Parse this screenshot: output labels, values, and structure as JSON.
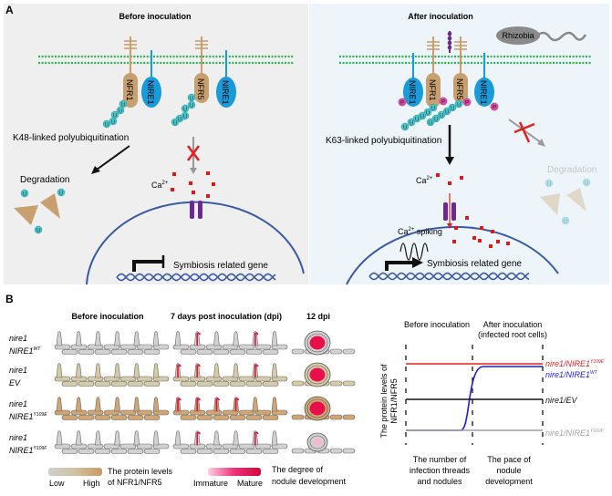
{
  "panel_a": {
    "label": "A",
    "before": {
      "title": "Before inoculation",
      "nfr1": "NFR1",
      "nfr5": "NFR5",
      "nire1": "NIRE1",
      "ubiquitin": "U",
      "ubiquitination": "K48-linked polyubiquitination",
      "degradation": "Degradation",
      "calcium": "Ca",
      "calcium_sup": "2+",
      "gene": "Symbiosis related gene"
    },
    "after": {
      "title": "After inoculation",
      "rhizobia": "Rhizobia",
      "nfr1": "NFR1",
      "nfr5": "NFR5",
      "nire1": "NIRE1",
      "phospho": "P",
      "ubiquitin": "U",
      "ubiquitination": "K63-linked polyubiquitination",
      "degradation": "Degradation",
      "calcium": "Ca",
      "calcium_sup": "2+",
      "spiking": " spiking",
      "gene": "Symbiosis related gene"
    }
  },
  "panel_b": {
    "label": "B",
    "columns": [
      "Before inoculation",
      "7 days post inoculation (dpi)",
      "12 dpi"
    ],
    "rows": [
      {
        "line1": "nire1",
        "line2": "NIRE1",
        "sup": "WT",
        "level": "low",
        "infected_7dpi": 2,
        "nodule": "mature"
      },
      {
        "line1": "nire1",
        "line2": "EV",
        "sup": "",
        "level": "medium",
        "infected_7dpi": 3,
        "nodule": "mature"
      },
      {
        "line1": "nire1",
        "line2": "NIRE1",
        "sup": "Y109E",
        "level": "high",
        "infected_7dpi": 4,
        "nodule": "mature"
      },
      {
        "line1": "nire1",
        "line2": "NIRE1",
        "sup": "Y109F",
        "level": "low",
        "infected_7dpi": 2,
        "nodule": "immature"
      }
    ],
    "legend_protein": {
      "low": "Low",
      "high": "High",
      "text1": "The protein levels",
      "text2": "of NFR1/NFR5"
    },
    "legend_nodule": {
      "immature": "Immature",
      "mature": "Mature",
      "text1": "The degree of",
      "text2": "nodule development"
    },
    "graph": {
      "phase_before": "Before inoculation",
      "phase_after": "After inoculation",
      "phase_after_sub": "(infected root cells)",
      "ylabel1": "The protein levels of",
      "ylabel2": "NFR1/NFR5",
      "bottom_left": [
        "The  number of",
        "infection threads",
        "and nodules"
      ],
      "bottom_right": [
        "The pace of",
        "nodule",
        "development"
      ],
      "series": [
        {
          "base": "nire1/NIRE1",
          "sup": "Y109E",
          "color": "#e02020",
          "level_before": "high",
          "level_after": "high"
        },
        {
          "base": "nire1/NIRE1",
          "sup": "WT",
          "color": "#1a1ae0",
          "level_before": "low",
          "level_after": "high"
        },
        {
          "base": "nire1/EV",
          "sup": "",
          "color": "#111111",
          "level_before": "medium",
          "level_after": "medium"
        },
        {
          "base": "nire1/NIRE1",
          "sup": "Y109F",
          "color": "#a0a0a0",
          "level_before": "low",
          "level_after": "low"
        }
      ]
    }
  },
  "colors": {
    "nfr": "#c8a070",
    "nire1": "#1a9ad8",
    "ubiquitin": "#4cc3c8",
    "phospho": "#d050a0",
    "membrane": "#2cb050",
    "nucleus": "#3a5aa8",
    "calcium": "#e01818",
    "channel": "#6a2a90",
    "panel_before_bg": "#efefef",
    "panel_after_bg": "#eef5fa",
    "mature_nodule": "#e8104a",
    "immature_nodule": "#f4b8d4"
  }
}
